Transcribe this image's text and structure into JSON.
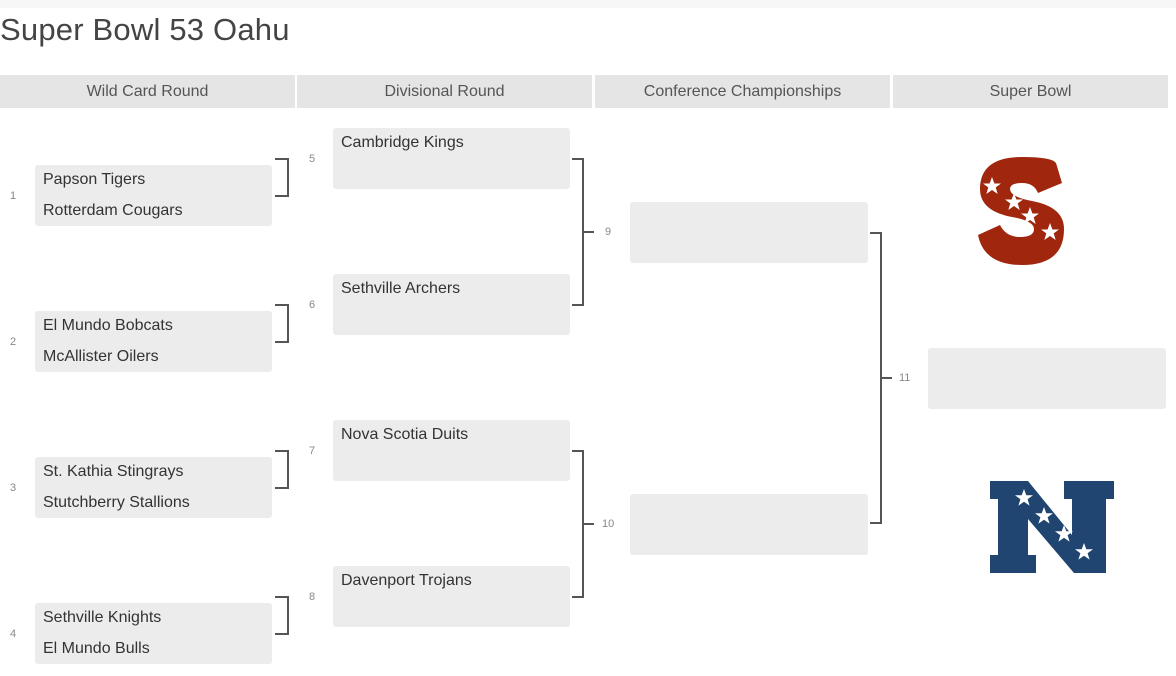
{
  "title": "Super Bowl 53 Oahu",
  "rounds": [
    "Wild Card Round",
    "Divisional Round",
    "Conference Championships",
    "Super Bowl"
  ],
  "wildcard": [
    {
      "number": "1",
      "team1": "Papson Tigers",
      "team2": "Rotterdam Cougars"
    },
    {
      "number": "2",
      "team1": "El Mundo Bobcats",
      "team2": "McAllister Oilers"
    },
    {
      "number": "3",
      "team1": "St. Kathia Stingrays",
      "team2": "Stutchberry Stallions"
    },
    {
      "number": "4",
      "team1": "Sethville Knights",
      "team2": "El Mundo Bulls"
    }
  ],
  "divisional": [
    {
      "number": "5",
      "team1": "Cambridge Kings"
    },
    {
      "number": "6",
      "team1": "Sethville Archers"
    },
    {
      "number": "7",
      "team1": "Nova Scotia Duits"
    },
    {
      "number": "8",
      "team1": "Davenport Trojans"
    }
  ],
  "conference": [
    {
      "number": "9"
    },
    {
      "number": "10"
    }
  ],
  "superbowl": {
    "number": "11"
  },
  "logos": {
    "afc": {
      "icon": "afc-logo-icon",
      "color": "#a0260e"
    },
    "nfc": {
      "icon": "nfc-logo-icon",
      "color": "#1f4570"
    }
  }
}
